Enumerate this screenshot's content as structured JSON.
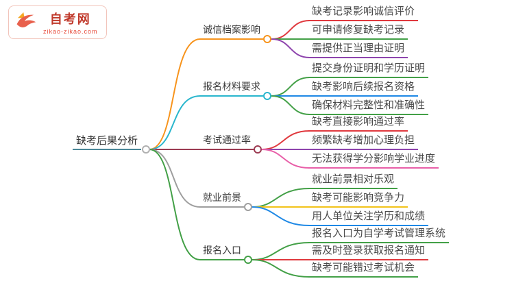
{
  "logo": {
    "title": "自考网",
    "domain": "zikao-zikao.com",
    "brand_color": "#c0392b"
  },
  "root": {
    "label": "缺考后果分析",
    "color": "#4a8798",
    "circle_color": "#b0b0b0"
  },
  "branches": [
    {
      "label": "诚信档案影响",
      "color": "#f7941d",
      "children": [
        {
          "text": "缺考记录影响诚信评价",
          "color": "#e0393e"
        },
        {
          "text": "可申请修复缺考记录",
          "color": "#43a047"
        },
        {
          "text": "需提供正当理由证明",
          "color": "#8e44ad"
        }
      ]
    },
    {
      "label": "报名材料要求",
      "color": "#29b6cd",
      "children": [
        {
          "text": "提交身份证明和学历证明",
          "color": "#43a047"
        },
        {
          "text": "缺考影响后续报名资格",
          "color": "#1e88e5"
        },
        {
          "text": "确保材料完整性和准确性",
          "color": "#43a047"
        }
      ]
    },
    {
      "label": "考试通过率",
      "color": "#9c3b52",
      "children": [
        {
          "text": "缺考直接影响通过率",
          "color": "#e0393e"
        },
        {
          "text": "频繁缺考增加心理负担",
          "color": "#8e44ad"
        },
        {
          "text": "无法获得学分影响学业进度",
          "color": "#e85fa8"
        }
      ]
    },
    {
      "label": "就业前景",
      "color": "#9e9e9e",
      "children": [
        {
          "text": "就业前景相对乐观",
          "color": "#43a047"
        },
        {
          "text": "缺考可能影响竞争力",
          "color": "#f2c31a"
        },
        {
          "text": "用人单位关注学历和成绩",
          "color": "#1e88e5"
        }
      ]
    },
    {
      "label": "报名入口",
      "color": "#43a047",
      "children": [
        {
          "text": "报名入口为自学考试管理系统",
          "color": "#43a047"
        },
        {
          "text": "需及时登录获取报名通知",
          "color": "#e0393e"
        },
        {
          "text": "缺考可能错过考试机会",
          "color": "#43a047"
        }
      ]
    }
  ]
}
